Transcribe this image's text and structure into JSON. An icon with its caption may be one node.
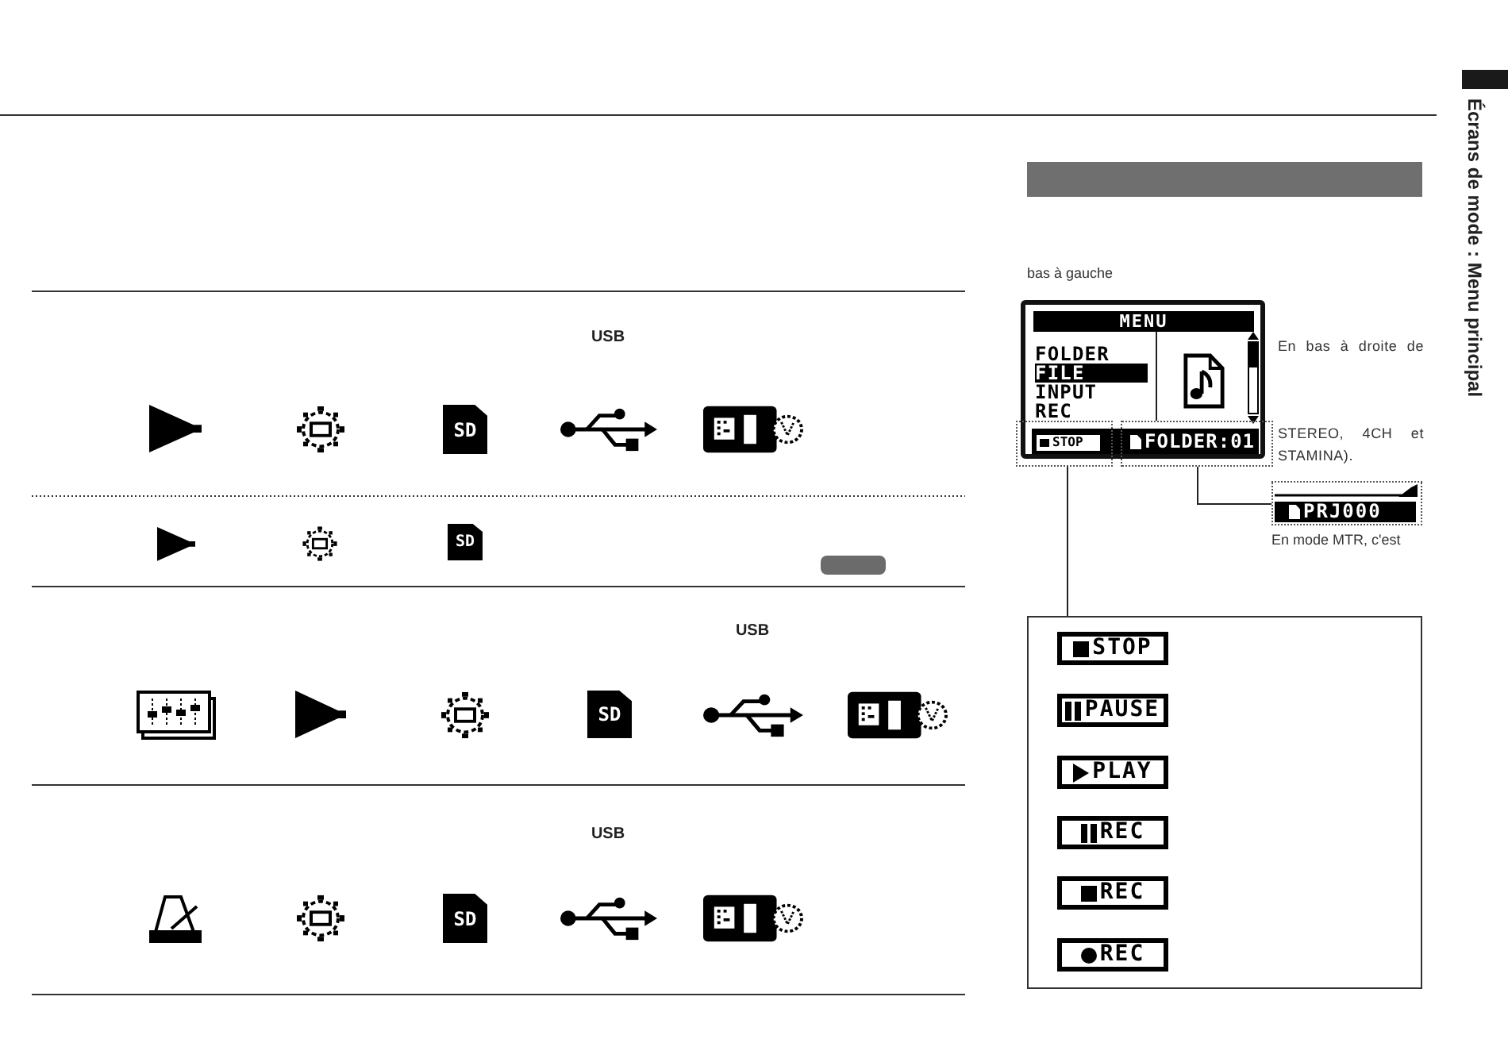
{
  "diagram": {
    "title": "Écrans de mode : Menu principal",
    "nodes": [
      {
        "text": [
          "FOLDER",
          "FILE",
          "INPUT",
          "REC"
        ]
      },
      {
        "text": [
          "MENU"
        ],
        "in": 0
      },
      {
        "text": [
          "STOP"
        ]
      },
      {
        "text": [
          "FOLDER:01"
        ]
      },
      {
        "text": [
          "PRJ000"
        ]
      },
      {
        "text": [],
        "shape": "box"
      },
      {
        "text": [
          "STOP"
        ],
        "in": 5
      },
      {
        "text": [
          "PAUSE"
        ],
        "in": 5
      },
      {
        "text": [
          "PLAY"
        ],
        "in": 5
      },
      {
        "text": [
          "REC"
        ],
        "in": 5
      },
      {
        "text": [
          "REC"
        ],
        "in": 5
      },
      {
        "text": [
          "REC"
        ],
        "in": 5
      }
    ],
    "edges": [
      {
        "from": 1,
        "to": 3,
        "arrow": "none"
      },
      {
        "from": 2,
        "to": 5,
        "arrow": "none"
      },
      {
        "from": 3,
        "to": 4,
        "arrow": "none"
      }
    ],
    "labels": [
      "USB",
      "SD",
      "SD",
      "USB",
      "SD",
      "USB",
      "SD",
      "bas à gauche",
      "En bas à droite de",
      "STEREO, 4CH et STAMINA).",
      "En mode MTR, c'est"
    ]
  }
}
